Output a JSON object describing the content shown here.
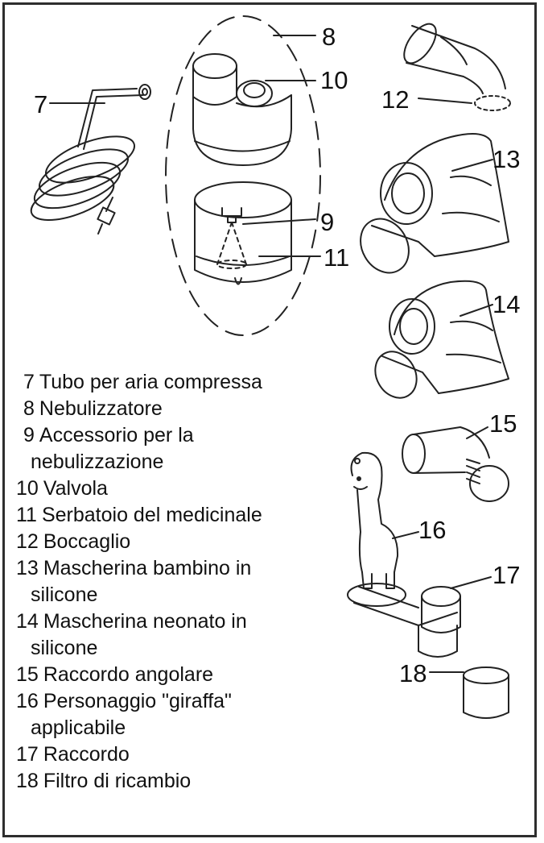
{
  "callouts": {
    "c7": "7",
    "c8": "8",
    "c9": "9",
    "c10": "10",
    "c11": "11",
    "c12": "12",
    "c13": "13",
    "c14": "14",
    "c15": "15",
    "c16": "16",
    "c17": "17",
    "c18": "18"
  },
  "legend": [
    {
      "num": "7",
      "text": "Tubo per aria compressa"
    },
    {
      "num": "8",
      "text": "Nebulizzatore"
    },
    {
      "num": "9",
      "text": "Accessorio per la",
      "cont": "nebulizzazione"
    },
    {
      "num": "10",
      "text": "Valvola"
    },
    {
      "num": "11",
      "text": "Serbatoio del medicinale"
    },
    {
      "num": "12",
      "text": "Boccaglio"
    },
    {
      "num": "13",
      "text": "Mascherina bambino in",
      "cont": "silicone"
    },
    {
      "num": "14",
      "text": "Mascherina neonato in",
      "cont": "silicone"
    },
    {
      "num": "15",
      "text": "Raccordo angolare"
    },
    {
      "num": "16",
      "text": "Personaggio \"giraffa\"",
      "cont": "applicabile"
    },
    {
      "num": "17",
      "text": "Raccordo"
    },
    {
      "num": "18",
      "text": "Filtro di ricambio"
    }
  ]
}
